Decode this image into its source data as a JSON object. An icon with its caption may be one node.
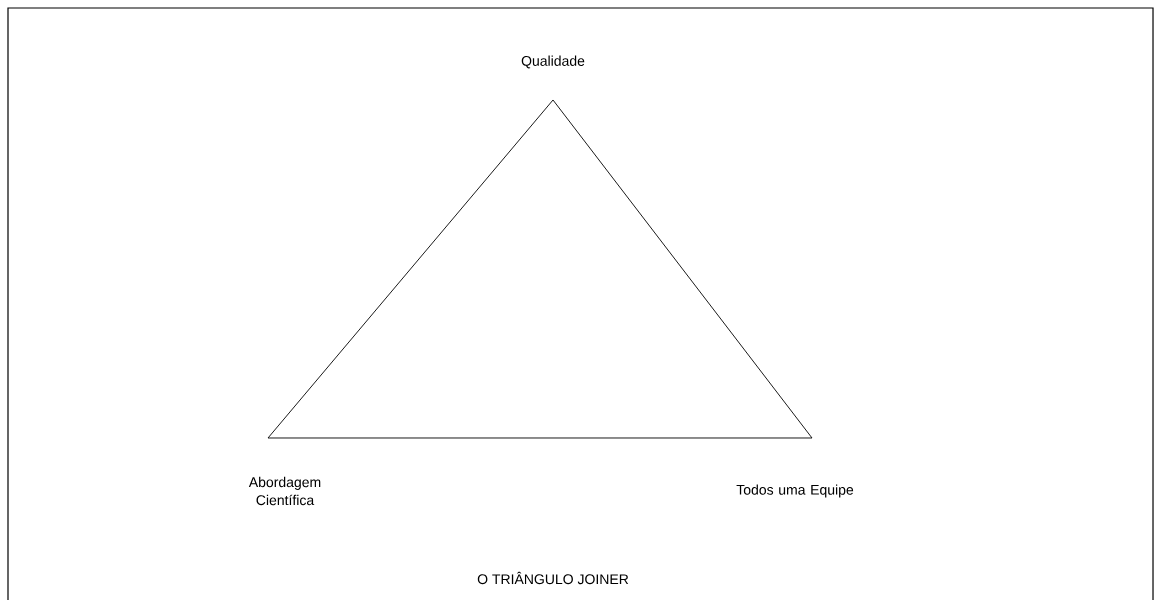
{
  "diagram": {
    "caption": "O TRIÂNGULO JOINER",
    "nodes": [
      {
        "text": [],
        "shape": "triangle",
        "beside": [
          "Qualidade",
          "Abordagem Científica",
          "Todos uma Equipe"
        ]
      }
    ]
  }
}
